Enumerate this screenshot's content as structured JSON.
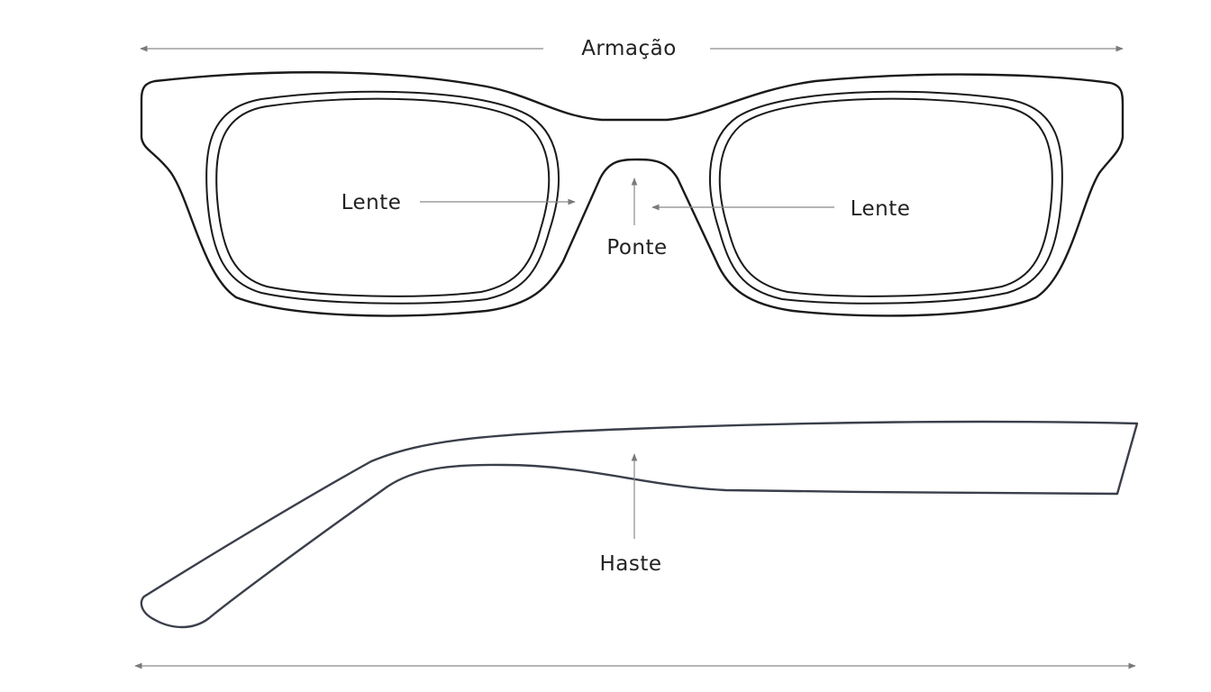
{
  "labels": {
    "frame": "Armação",
    "lens_left": "Lente",
    "lens_right": "Lente",
    "bridge": "Ponte",
    "temple": "Haste"
  },
  "colors": {
    "outline": "#1a1a1a",
    "temple_outline": "#3a3f4a",
    "guide": "#8a8a8a",
    "text": "#222222"
  }
}
